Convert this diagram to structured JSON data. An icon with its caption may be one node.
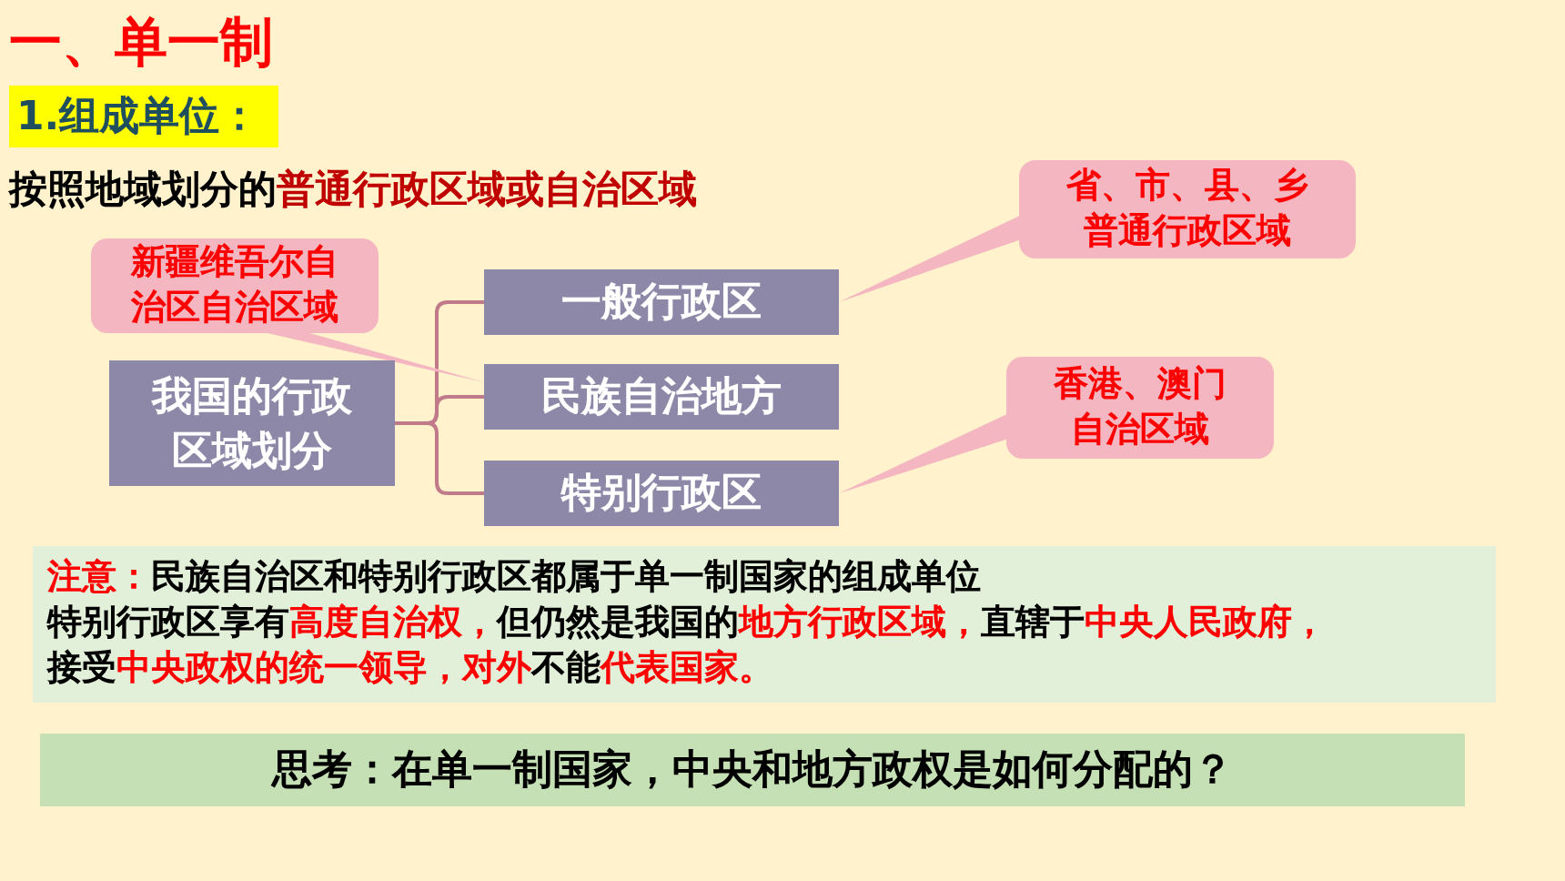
{
  "diagram": {
    "title": "一、单一制",
    "nodes": [
      {
        "text": [
          "我国的行政区域划分"
        ]
      },
      {
        "text": [
          "一般行政区"
        ]
      },
      {
        "text": [
          "民族自治地方"
        ]
      },
      {
        "text": [
          "特别行政区"
        ]
      },
      {
        "text": [
          "新疆维吾尔自治区自治区域"
        ]
      },
      {
        "text": [
          "省、市、县、乡普通行政区域"
        ]
      },
      {
        "text": [
          "香港、澳门自治区域"
        ]
      }
    ],
    "edges": [
      {
        "from": 0,
        "to": 1,
        "arrow": "none"
      },
      {
        "from": 0,
        "to": 2,
        "arrow": "none"
      },
      {
        "from": 0,
        "to": 3,
        "arrow": "none"
      },
      {
        "from": 4,
        "to": 2,
        "arrow": "none"
      },
      {
        "from": 5,
        "to": 1,
        "arrow": "none"
      },
      {
        "from": 6,
        "to": 3,
        "arrow": "none"
      }
    ],
    "labels": [
      "1.组成单位：",
      "按照地域划分的**普通行政区域或自治区域**",
      "**注意：**民族自治区和特别行政区都属于单一制国家的组成单位",
      "特别行政区享有**高度自治权，**但仍然是我国的**地方行政区域，**直辖于**中央人民政府，**接受**中央政权的统一领导，对外**不能**代表国家。**",
      "思考：在单一制国家，中央和地方政权是如何分配的？"
    ]
  }
}
